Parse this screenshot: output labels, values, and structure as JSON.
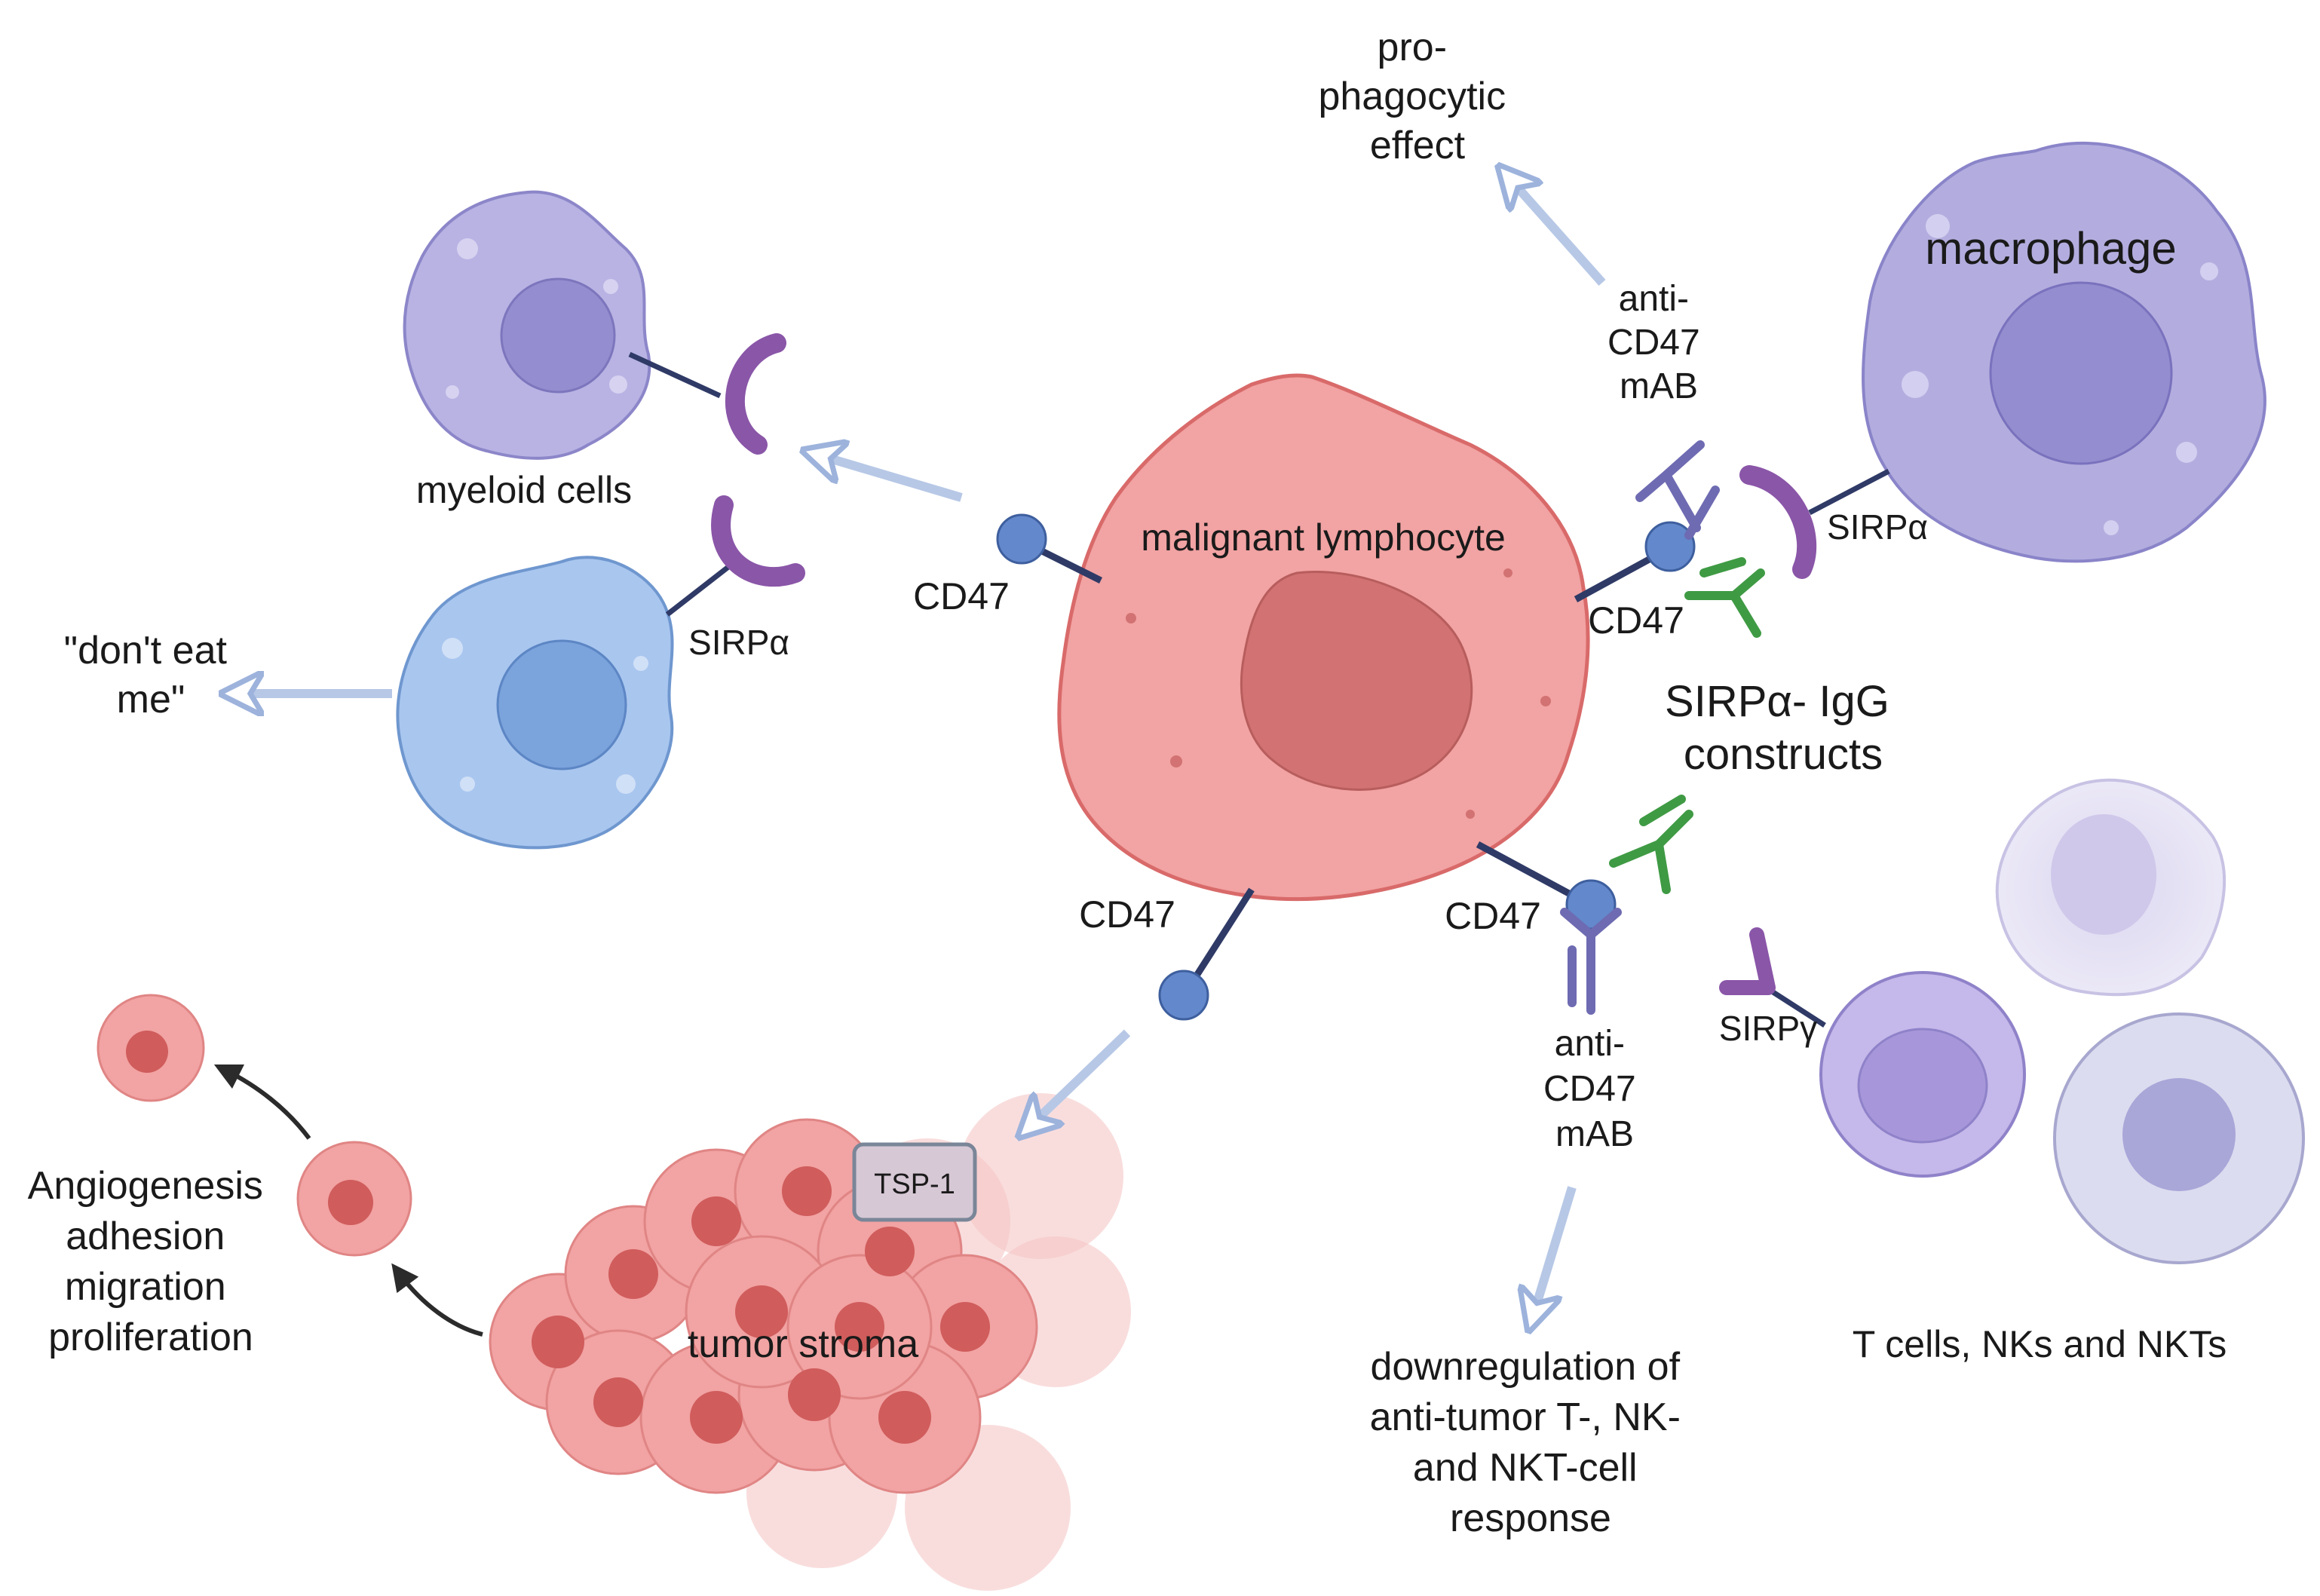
{
  "colors": {
    "tumor": "#f2a3a3",
    "tumor_stroke": "#d96a6a",
    "tumor_nucleus": "#d27272",
    "myeloid": "#b8b3e3",
    "myeloid_nucleus": "#948dcf",
    "blue_cell": "#a9c6ef",
    "blue_nucleus": "#7ba3dc",
    "macrophage": "#b3addf",
    "tcell": "#c5b8ea",
    "pale_cell": "#e3dff3",
    "cd47_ball": "#6388cc",
    "cd47_stalk": "#2f3a66",
    "sirpa": "#8a56a8",
    "antibody_purple": "#6e6bb2",
    "antibody_green": "#3f9a44",
    "arrow_light": "#b7c8e6",
    "arrow_dark": "#2b2b2b"
  },
  "labels": {
    "pro_phagocytic": [
      "pro-",
      "phagocytic",
      "effect"
    ],
    "macrophage": "macrophage",
    "myeloid_cells": "myeloid cells",
    "malignant_lymphocyte": "malignant lymphocyte",
    "cd47_left": "CD47",
    "cd47_right": "CD47",
    "cd47_lower_left": "CD47",
    "cd47_lower_right": "CD47",
    "anti_cd47_top": [
      "anti-",
      "CD47",
      "mAB"
    ],
    "anti_cd47_bottom": [
      "anti-",
      "CD47",
      "mAB"
    ],
    "sirpa_left": "SIRPα",
    "sirpa_right": "SIRPα",
    "sirpg": "SIRPγ",
    "dont_eat_me": [
      "\"don't eat",
      "me\""
    ],
    "sirpa_igg": [
      "SIRPα- IgG",
      "constructs"
    ],
    "tsp1": "TSP-1",
    "tumor_stroma": "tumor stroma",
    "angiogenesis": [
      "Angiogenesis",
      "adhesion",
      "migration",
      "proliferation"
    ],
    "downregulation": [
      "downregulation of",
      "anti-tumor T-, NK-",
      "and NKT-cell",
      "response"
    ],
    "tcells": "T cells, NKs and NKTs"
  }
}
